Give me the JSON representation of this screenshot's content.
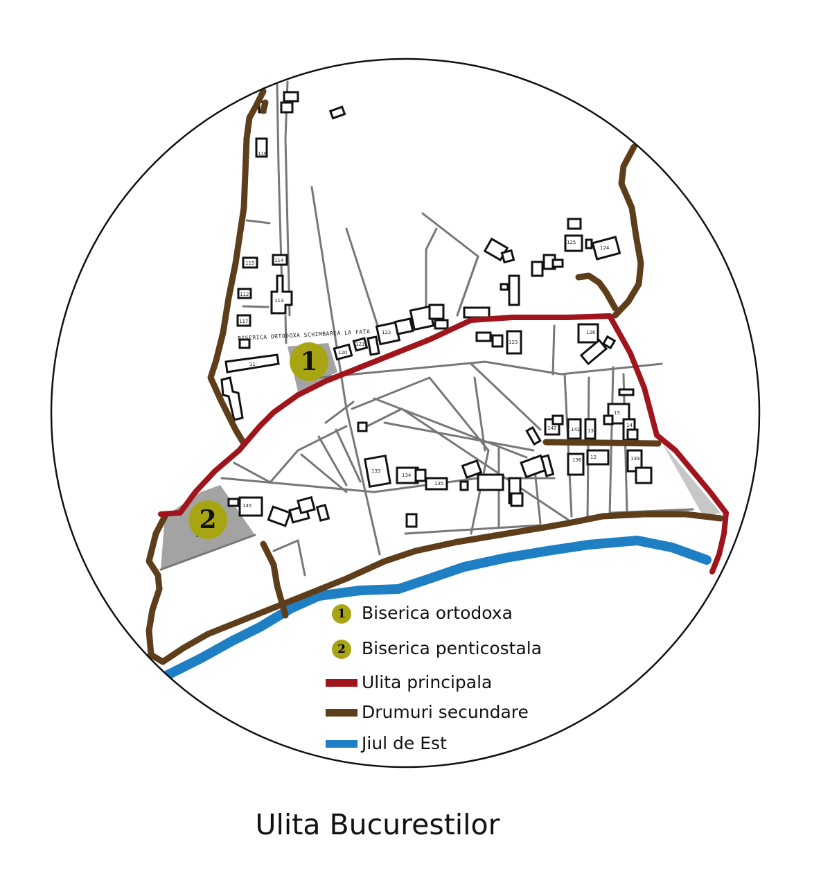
{
  "map": {
    "title": "Ulita Bucurestilor",
    "church_text": "BISERICA ORTODOXA SCHIMBAREA LA FATA",
    "markers": [
      {
        "label": "1",
        "name": "Biserica ortodoxa"
      },
      {
        "label": "2",
        "name": "Biserica penticostala"
      }
    ],
    "house_numbers": [
      "116",
      "115",
      "114",
      "113",
      "112",
      "117",
      "11",
      "120",
      "121",
      "122",
      "123",
      "125",
      "124",
      "126",
      "133",
      "134",
      "135",
      "141",
      "13",
      "15",
      "14",
      "136",
      "12",
      "139",
      "142",
      "145"
    ],
    "colors": {
      "main_street": "#a0141b",
      "secondary_roads": "#5e3d1a",
      "river": "#1f7fc4",
      "marker": "#a8a514",
      "church_area": "#a3a3a3",
      "street_lines": "#777777"
    }
  },
  "legend": {
    "items": [
      {
        "label": "Biserica ortodoxa",
        "marker_text": "1",
        "type": "circle"
      },
      {
        "label": "Biserica penticostala",
        "marker_text": "2",
        "type": "circle"
      },
      {
        "label": "Ulita principala",
        "type": "line",
        "color": "#a0141b"
      },
      {
        "label": "Drumuri secundare",
        "type": "line",
        "color": "#5e3d1a"
      },
      {
        "label": "Jiul de Est",
        "type": "line",
        "color": "#1f7fc4"
      }
    ]
  }
}
